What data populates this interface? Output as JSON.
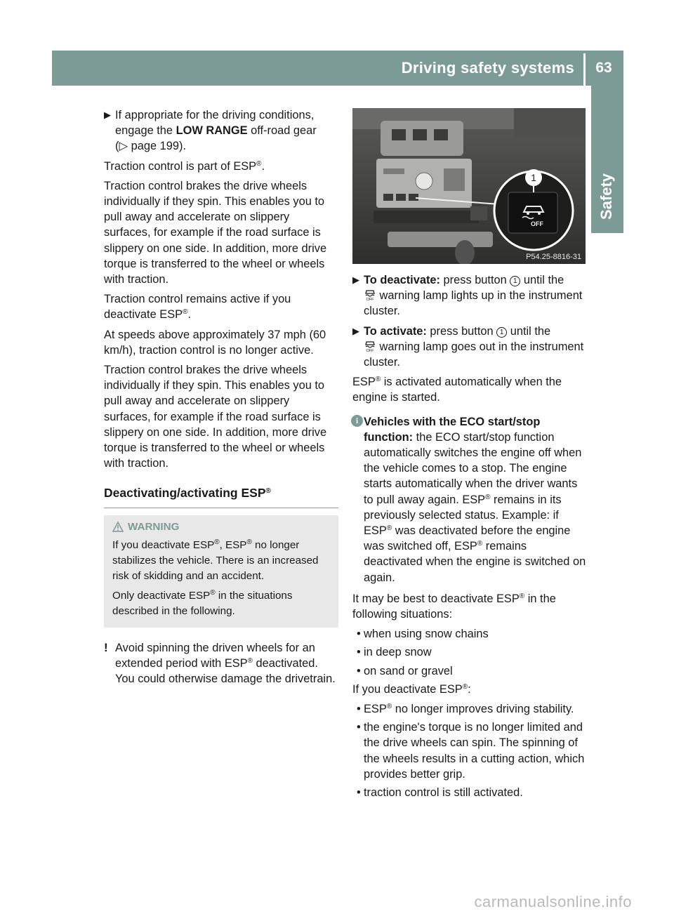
{
  "header": {
    "title": "Driving safety systems",
    "page_number": "63",
    "side_tab": "Safety"
  },
  "left": {
    "step1": {
      "prefix": "If appropriate for the driving conditions, engage the ",
      "bold": "LOW RANGE",
      "suffix": " off-road gear",
      "ref": "(▷ page 199)."
    },
    "p1_text": "Traction control is part of ESP",
    "p1_tail": ".",
    "p2": "Traction control brakes the drive wheels individually if they spin. This enables you to pull away and accelerate on slippery surfaces, for example if the road surface is slippery on one side. In addition, more drive torque is transferred to the wheel or wheels with traction.",
    "p3_text": "Traction control remains active if you deactivate ESP",
    "p3_tail": ".",
    "p4": "At speeds above approximately 37 mph (60 km/h), traction control is no longer active.",
    "p5": "Traction control brakes the drive wheels individually if they spin. This enables you to pull away and accelerate on slippery surfaces, for example if the road surface is slippery on one side. In addition, more drive torque is transferred to the wheel or wheels with traction.",
    "heading": "Deactivating/activating ESP",
    "warning": {
      "title": "WARNING",
      "w1_a": "If you deactivate ESP",
      "w1_b": ", ESP",
      "w1_c": " no longer stabilizes the vehicle. There is an increased risk of skidding and an accident.",
      "w2_a": "Only deactivate ESP",
      "w2_b": " in the situations described in the following."
    },
    "notice_glyph": "!",
    "notice_a": "Avoid spinning the driven wheels for an extended period with ESP",
    "notice_b": " deactivated. You could otherwise damage the drivetrain."
  },
  "reg": "®",
  "arrow": "▶",
  "bullet": "•",
  "callout_number": "1",
  "photo_caption": "P54.25-8816-31",
  "right": {
    "deactivate_label": "To deactivate:",
    "deactivate_a": " press button ",
    "deactivate_b": " until the ",
    "deactivate_c": " warning lamp lights up in the instrument cluster.",
    "activate_label": "To activate:",
    "activate_a": " press button ",
    "activate_b": " until the ",
    "activate_c": " warning lamp goes out in the instrument cluster.",
    "p_auto_a": "ESP",
    "p_auto_b": " is activated automatically when the engine is started.",
    "info_bold": "Vehicles with the ECO start/stop function:",
    "info_a": " the ECO start/stop function automatically switches the engine off when the vehicle comes to a stop. The engine starts automatically when the driver wants to pull away again. ESP",
    "info_b": " remains in its previously selected status. Example: if ESP",
    "info_c": " was deactivated before the engine was switched off, ESP",
    "info_d": " remains deactivated when the engine is switched on again.",
    "best_a": "It may be best to deactivate ESP",
    "best_b": " in the following situations:",
    "situations": [
      "when using snow chains",
      "in deep snow",
      "on sand or gravel"
    ],
    "ifdeact_a": "If you deactivate ESP",
    "ifdeact_b": ":",
    "effect1_a": "ESP",
    "effect1_b": " no longer improves driving stability.",
    "effect2": "the engine's torque is no longer limited and the drive wheels can spin. The spinning of the wheels results in a cutting action, which provides better grip.",
    "effect3": "traction control is still activated."
  },
  "watermark": "carmanualsonline.info",
  "colors": {
    "accent": "#7c9b97"
  }
}
